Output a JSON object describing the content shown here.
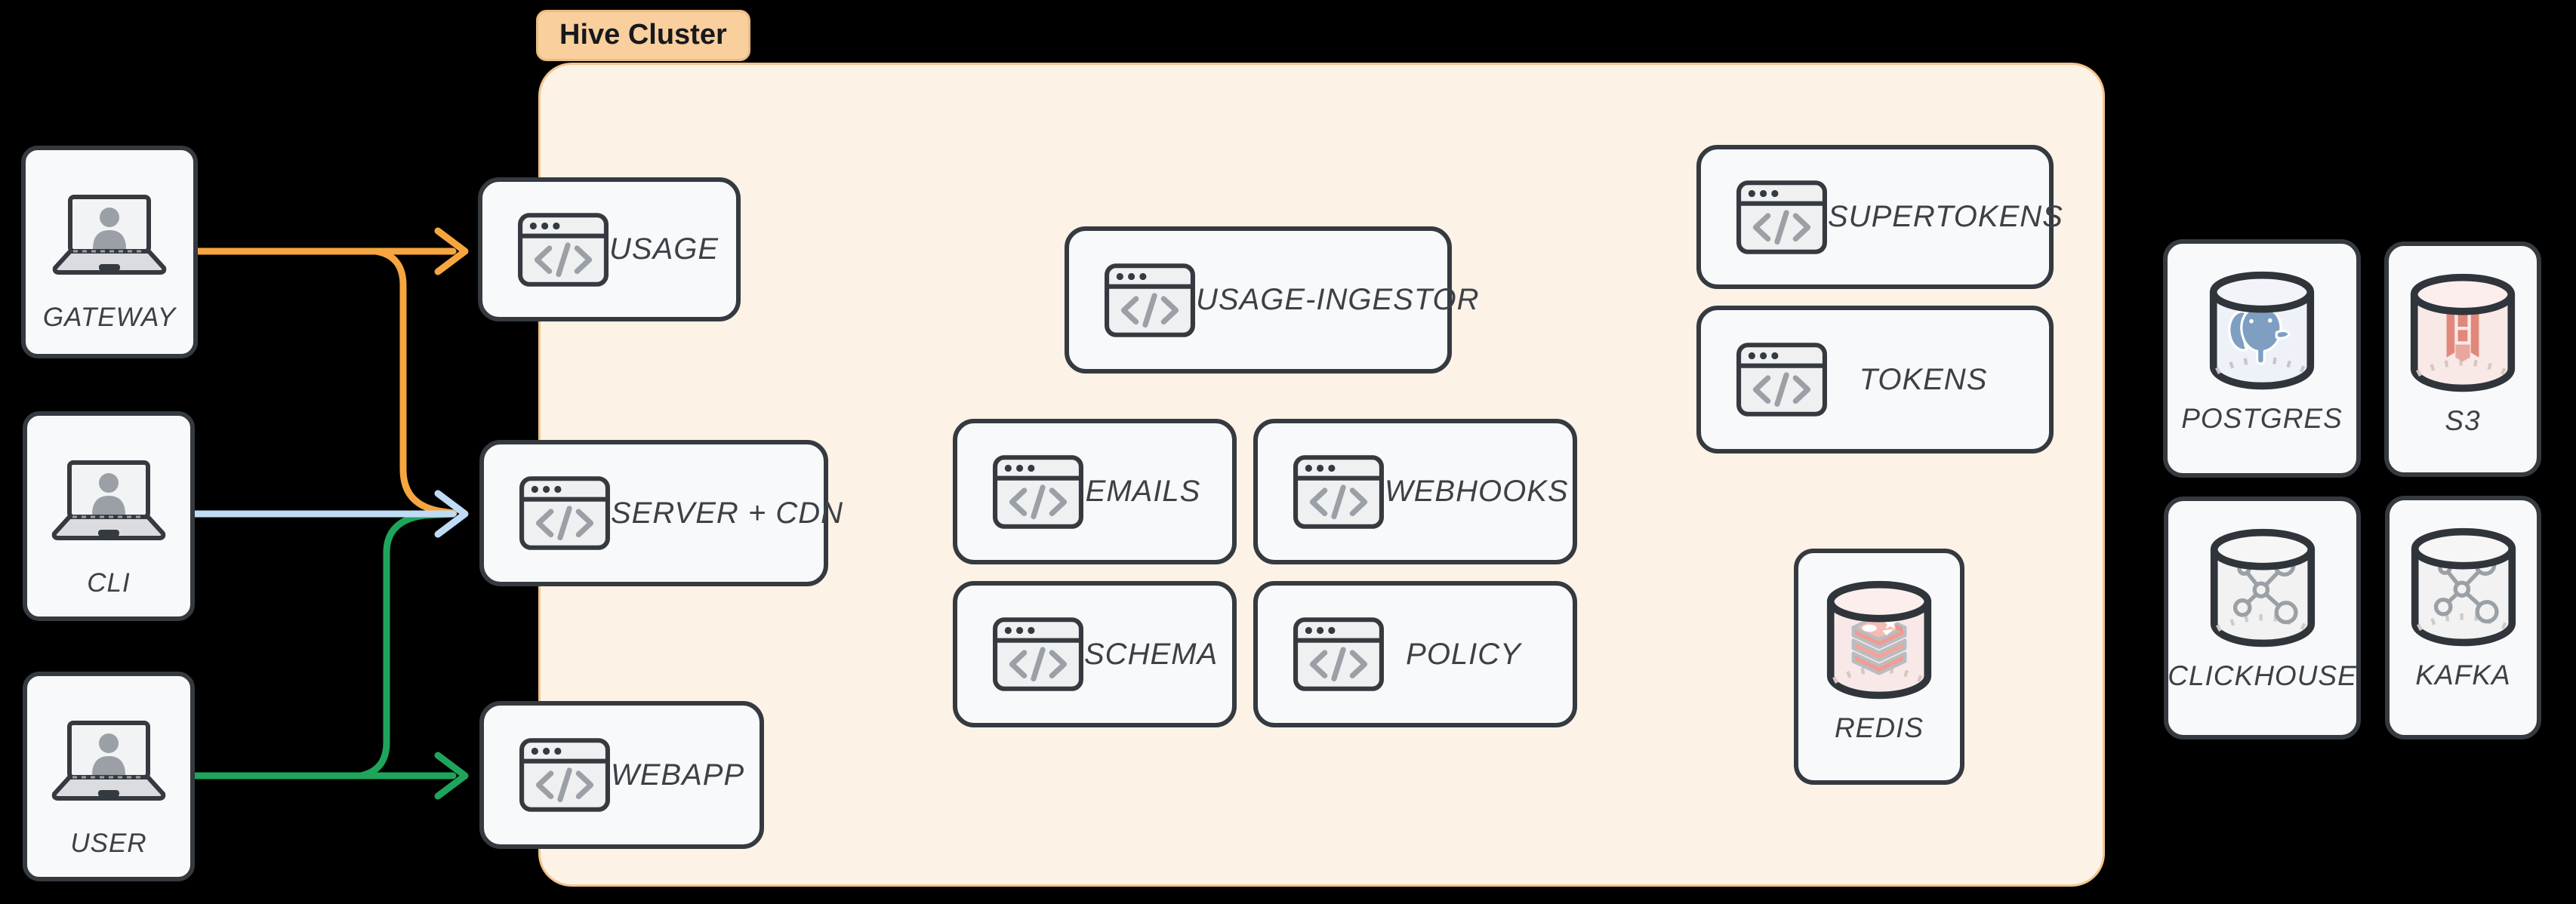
{
  "cluster": {
    "label": "Hive Cluster"
  },
  "actors": {
    "gateway": {
      "label": "GATEWAY",
      "icon": "laptop-user-icon"
    },
    "cli": {
      "label": "CLI",
      "icon": "laptop-user-icon"
    },
    "user": {
      "label": "USER",
      "icon": "laptop-user-icon"
    }
  },
  "services": {
    "usage": {
      "label": "USAGE",
      "icon": "browser-code-icon"
    },
    "server_cdn": {
      "label": "SERVER + CDN",
      "icon": "browser-code-icon"
    },
    "webapp": {
      "label": "WEBAPP",
      "icon": "browser-code-icon"
    },
    "usage_ingestor": {
      "label": "USAGE-INGESTOR",
      "icon": "browser-code-icon"
    },
    "emails": {
      "label": "EMAILS",
      "icon": "browser-code-icon"
    },
    "webhooks": {
      "label": "WEBHOOKS",
      "icon": "browser-code-icon"
    },
    "schema": {
      "label": "SCHEMA",
      "icon": "browser-code-icon"
    },
    "policy": {
      "label": "POLICY",
      "icon": "browser-code-icon"
    },
    "supertokens": {
      "label": "SUPERTOKENS",
      "icon": "browser-code-icon"
    },
    "tokens": {
      "label": "TOKENS",
      "icon": "browser-code-icon"
    },
    "redis": {
      "label": "REDIS",
      "icon": "redis-database-icon"
    }
  },
  "external": {
    "postgres": {
      "label": "POSTGRES",
      "icon": "postgres-database-icon"
    },
    "s3": {
      "label": "S3",
      "icon": "s3-database-icon"
    },
    "clickhouse": {
      "label": "CLICKHOUSE",
      "icon": "graph-database-icon"
    },
    "kafka": {
      "label": "KAFKA",
      "icon": "graph-database-icon"
    }
  },
  "arrows": {
    "gateway_to_usage": {
      "color": "#f6a63e"
    },
    "cli_to_server_cdn": {
      "color": "#bedcf6"
    },
    "user_to_webapp": {
      "color": "#1fa45c"
    }
  },
  "colors": {
    "background": "#000000",
    "cluster_fill": "#fdf2e6",
    "cluster_border": "#f2c48e",
    "cluster_label_fill": "#f8cf9d",
    "node_fill": "#f8f9fa",
    "node_border": "#343a40",
    "label_text": "#3c4147"
  }
}
